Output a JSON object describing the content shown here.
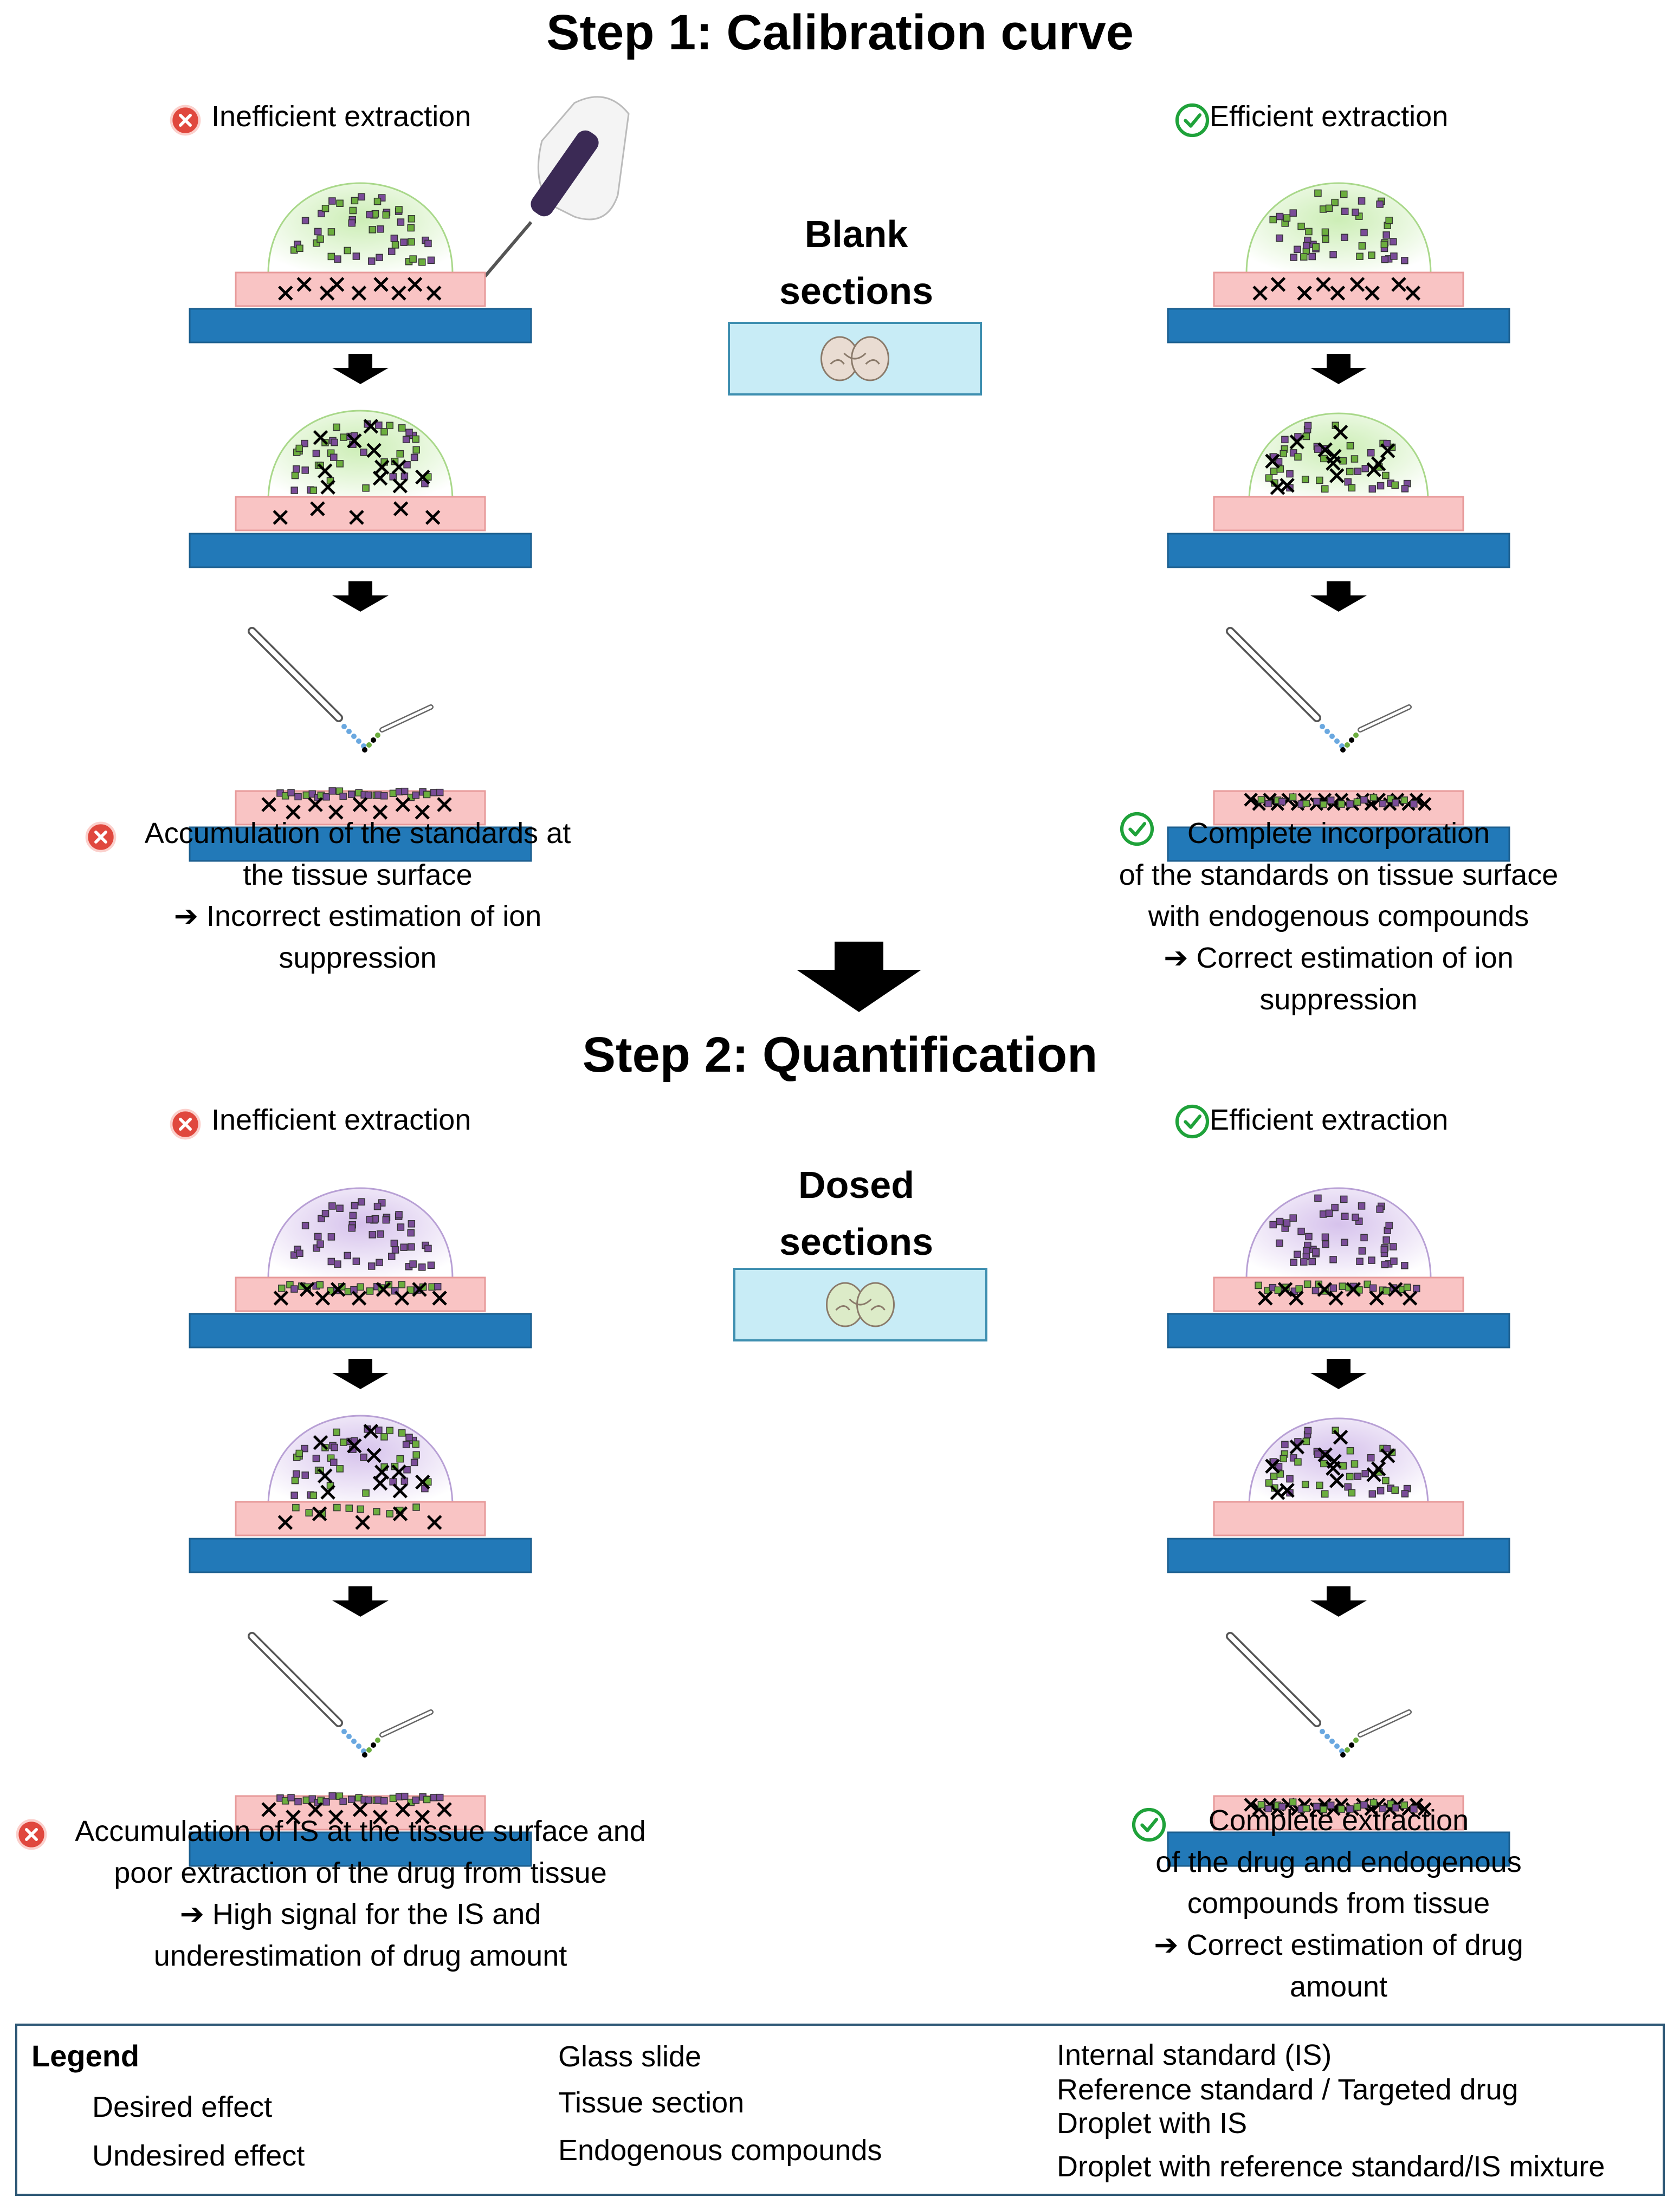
{
  "step1": {
    "title": "Step 1: Calibration curve",
    "left_label": "Inefficient extraction",
    "right_label": "Efficient extraction",
    "center_line1": "Blank",
    "center_line2": "sections",
    "left_result": [
      "Accumulation of the standards at",
      "the tissue surface",
      "➔ Incorrect estimation of ion",
      "suppression"
    ],
    "right_result": [
      "Complete incorporation",
      "of the standards on tissue surface",
      "with endogenous compounds",
      "➔ Correct estimation of ion",
      "suppression"
    ]
  },
  "step2": {
    "title": "Step 2: Quantification",
    "left_label": "Inefficient extraction",
    "right_label": "Efficient extraction",
    "center_line1": "Dosed",
    "center_line2": "sections",
    "left_result": [
      "Accumulation of IS at the tissue surface and",
      "poor extraction of the drug from tissue",
      "➔ High signal for the IS and",
      "underestimation of drug amount"
    ],
    "right_result": [
      "Complete extraction",
      "of the drug and endogenous",
      "compounds from tissue",
      "➔ Correct estimation of drug",
      "amount"
    ]
  },
  "legend": {
    "title": "Legend",
    "desired": "Desired effect",
    "undesired": "Undesired effect",
    "glass_slide": "Glass slide",
    "tissue_section": "Tissue section",
    "endogenous": "Endogenous compounds",
    "internal_standard": "Internal standard (IS)",
    "reference_standard": "Reference standard / Targeted drug",
    "droplet_is": "Droplet with IS",
    "droplet_mix": "Droplet with reference standard/IS mixture"
  },
  "colors": {
    "glass_slide": "#2279b8",
    "tissue_section": "#f9c4c4",
    "droplet_mix": "#c7ecae",
    "droplet_is": "#d9c5ec",
    "internal_standard": "#7a4c98",
    "reference_standard": "#6cae3e",
    "desired_icon": "#1fa23a",
    "undesired_icon": "#e0483e",
    "arrow": "#000000",
    "legend_border": "#2e5876"
  },
  "icons": {
    "desired": "check-circle-icon",
    "undesired": "x-circle-icon",
    "pipette": "pipette-icon",
    "capillary": "capillary-probe-icon",
    "brain_section": "brain-section-icon"
  }
}
